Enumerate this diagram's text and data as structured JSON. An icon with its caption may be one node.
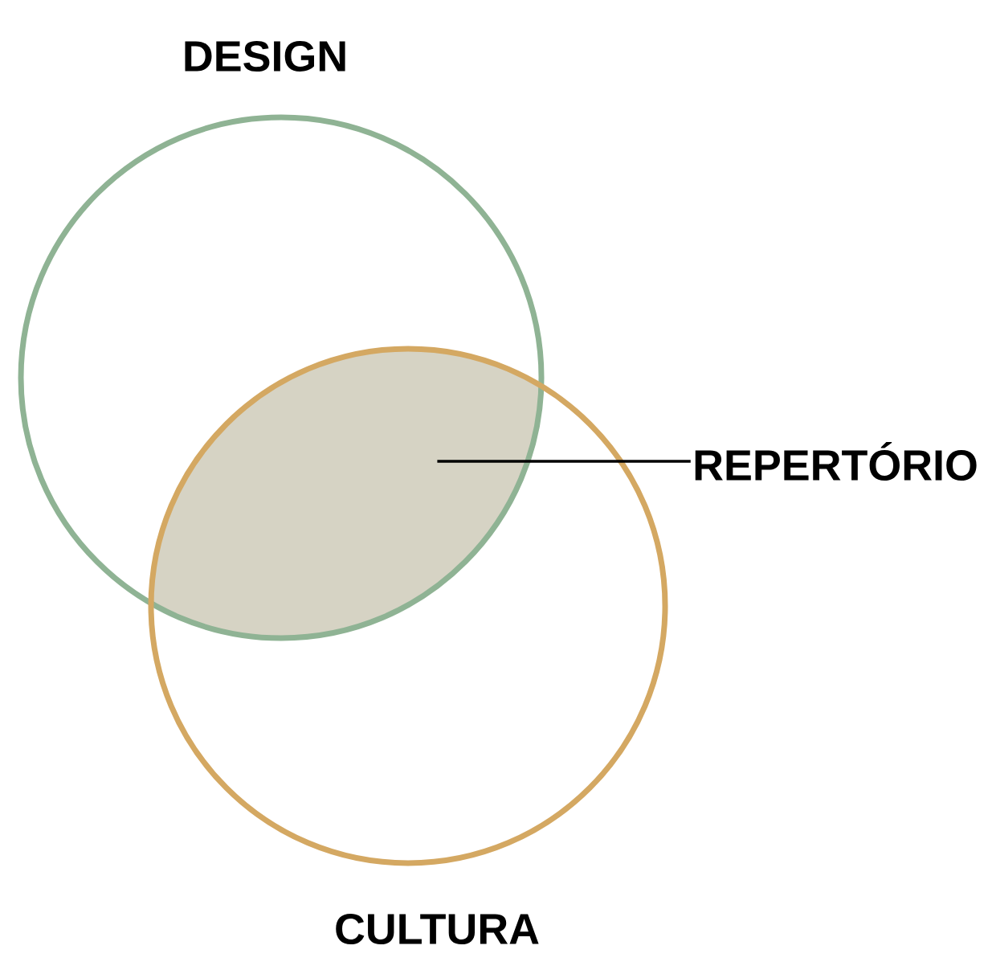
{
  "diagram": {
    "nodes": [
      {
        "text": [
          "DESIGN"
        ]
      },
      {
        "text": [
          "CULTURA"
        ]
      },
      {
        "text": [
          "REPERTÓRIO"
        ]
      },
      {
        "text": [],
        "shape": "lens"
      }
    ],
    "edges": [
      {
        "from": 2,
        "to": 3,
        "arrow": "none"
      }
    ]
  }
}
